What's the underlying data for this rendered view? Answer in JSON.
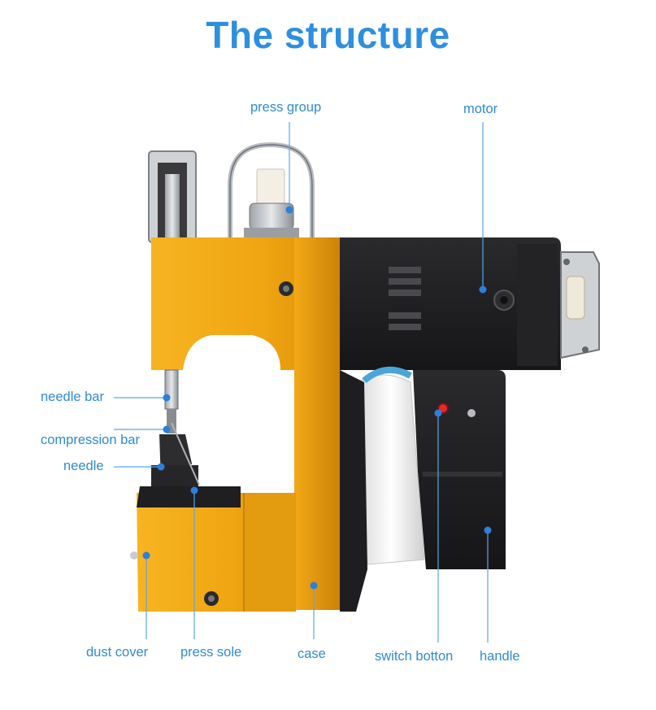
{
  "title": "The structure",
  "labels": {
    "press_group": "press group",
    "motor": "motor",
    "needle_bar": "needle bar",
    "compression_bar": "compression bar",
    "needle": "needle",
    "dust_cover": "dust cover",
    "press_sole": "press sole",
    "case": "case",
    "switch_botton": "switch botton",
    "handle": "handle"
  },
  "colors": {
    "title": "#2d8fe0",
    "label": "#2f8ad8",
    "leader": "#5aa6e6",
    "dot": "#2c7fdc",
    "body_yellow": "#f2a815",
    "body_black": "#1c1c1e"
  }
}
